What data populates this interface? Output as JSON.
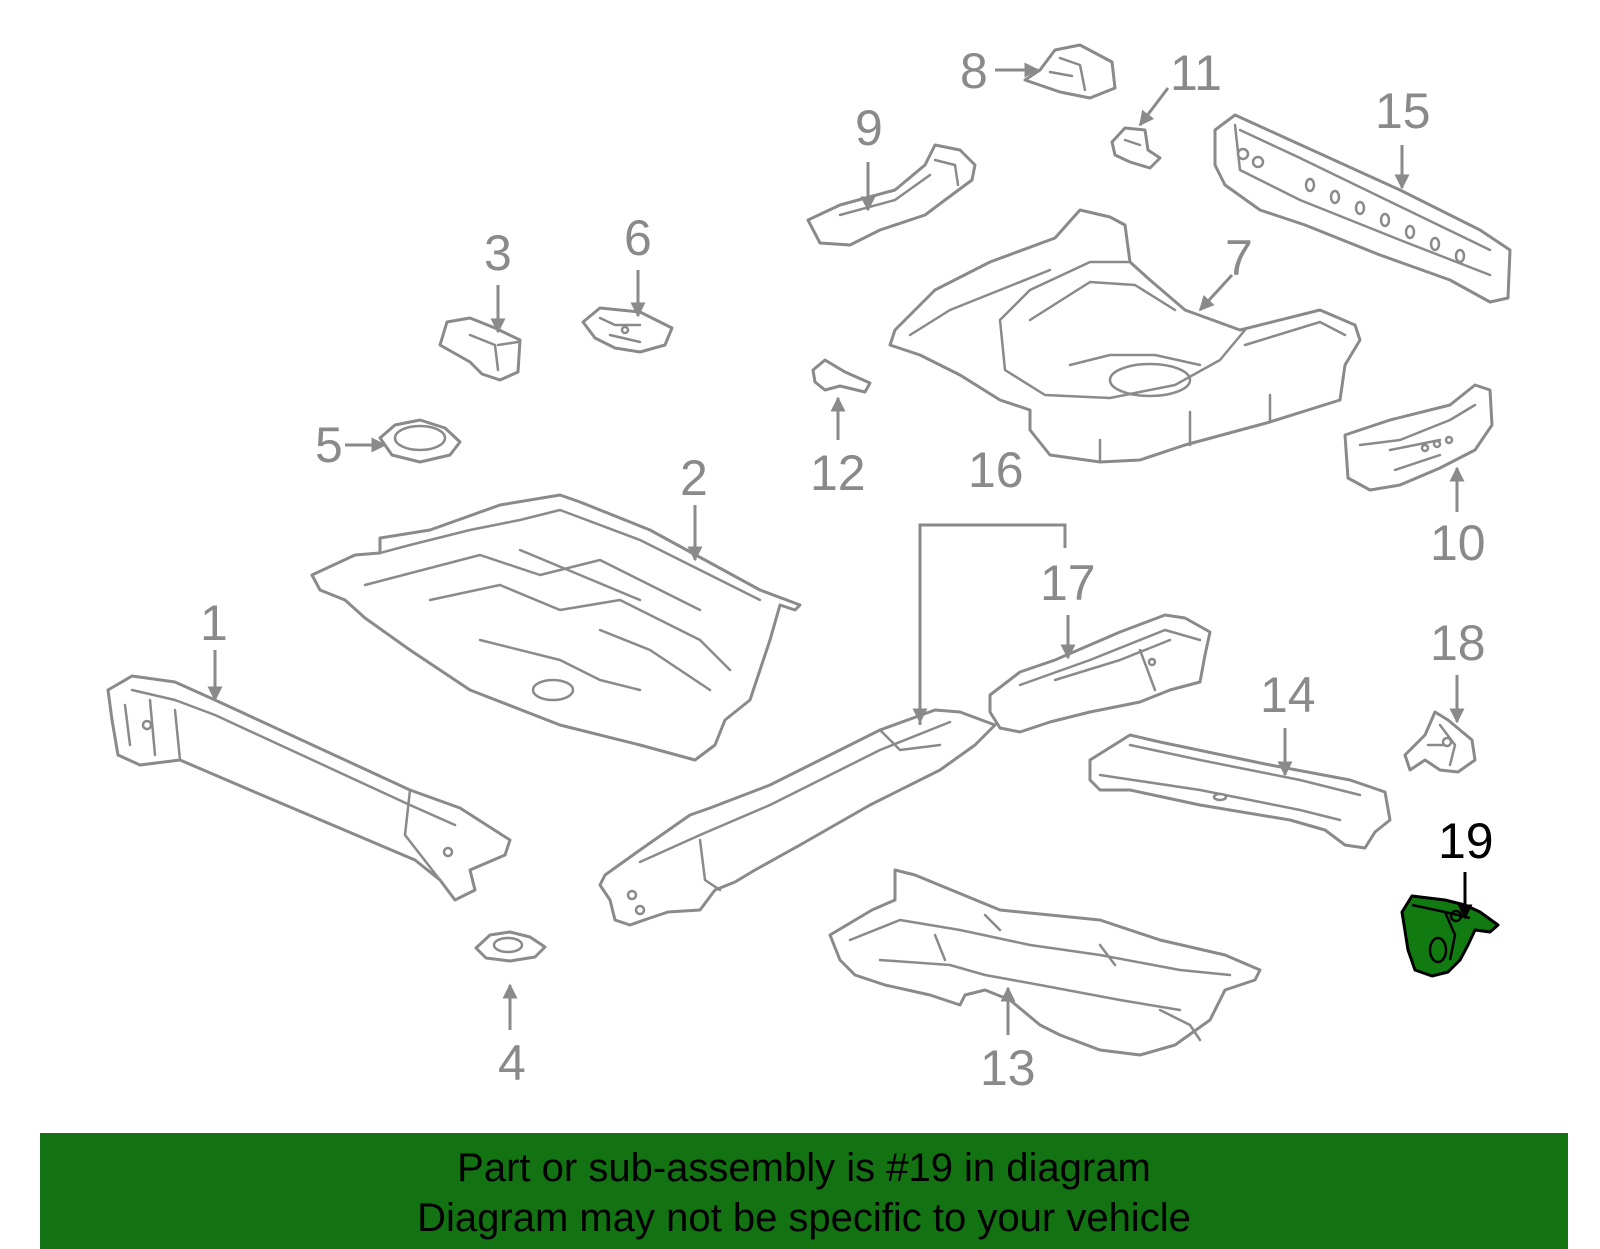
{
  "callouts": {
    "c1": "1",
    "c2": "2",
    "c3": "3",
    "c4": "4",
    "c5": "5",
    "c6": "6",
    "c7": "7",
    "c8": "8",
    "c9": "9",
    "c10": "10",
    "c11": "11",
    "c12": "12",
    "c13": "13",
    "c14": "14",
    "c15": "15",
    "c16": "16",
    "c17": "17",
    "c18": "18",
    "c19": "19"
  },
  "highlight": {
    "part": "19",
    "fill_color": "#117a11"
  },
  "banner": {
    "line1": "Part or sub-assembly is #19 in diagram",
    "line2": "Diagram may not be specific to your vehicle",
    "background": "#137313"
  }
}
